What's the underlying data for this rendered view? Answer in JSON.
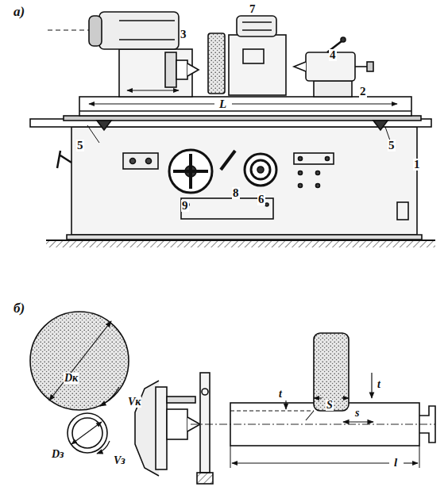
{
  "diagram": {
    "labels": [
      "а)",
      "3",
      "7",
      "4",
      "2",
      "L",
      "5",
      "5",
      "1",
      "8",
      "9",
      "6",
      "б)",
      "Dк",
      "S",
      "t",
      "Vк",
      "t",
      "s",
      "Dз",
      "Vз",
      "l"
    ]
  }
}
